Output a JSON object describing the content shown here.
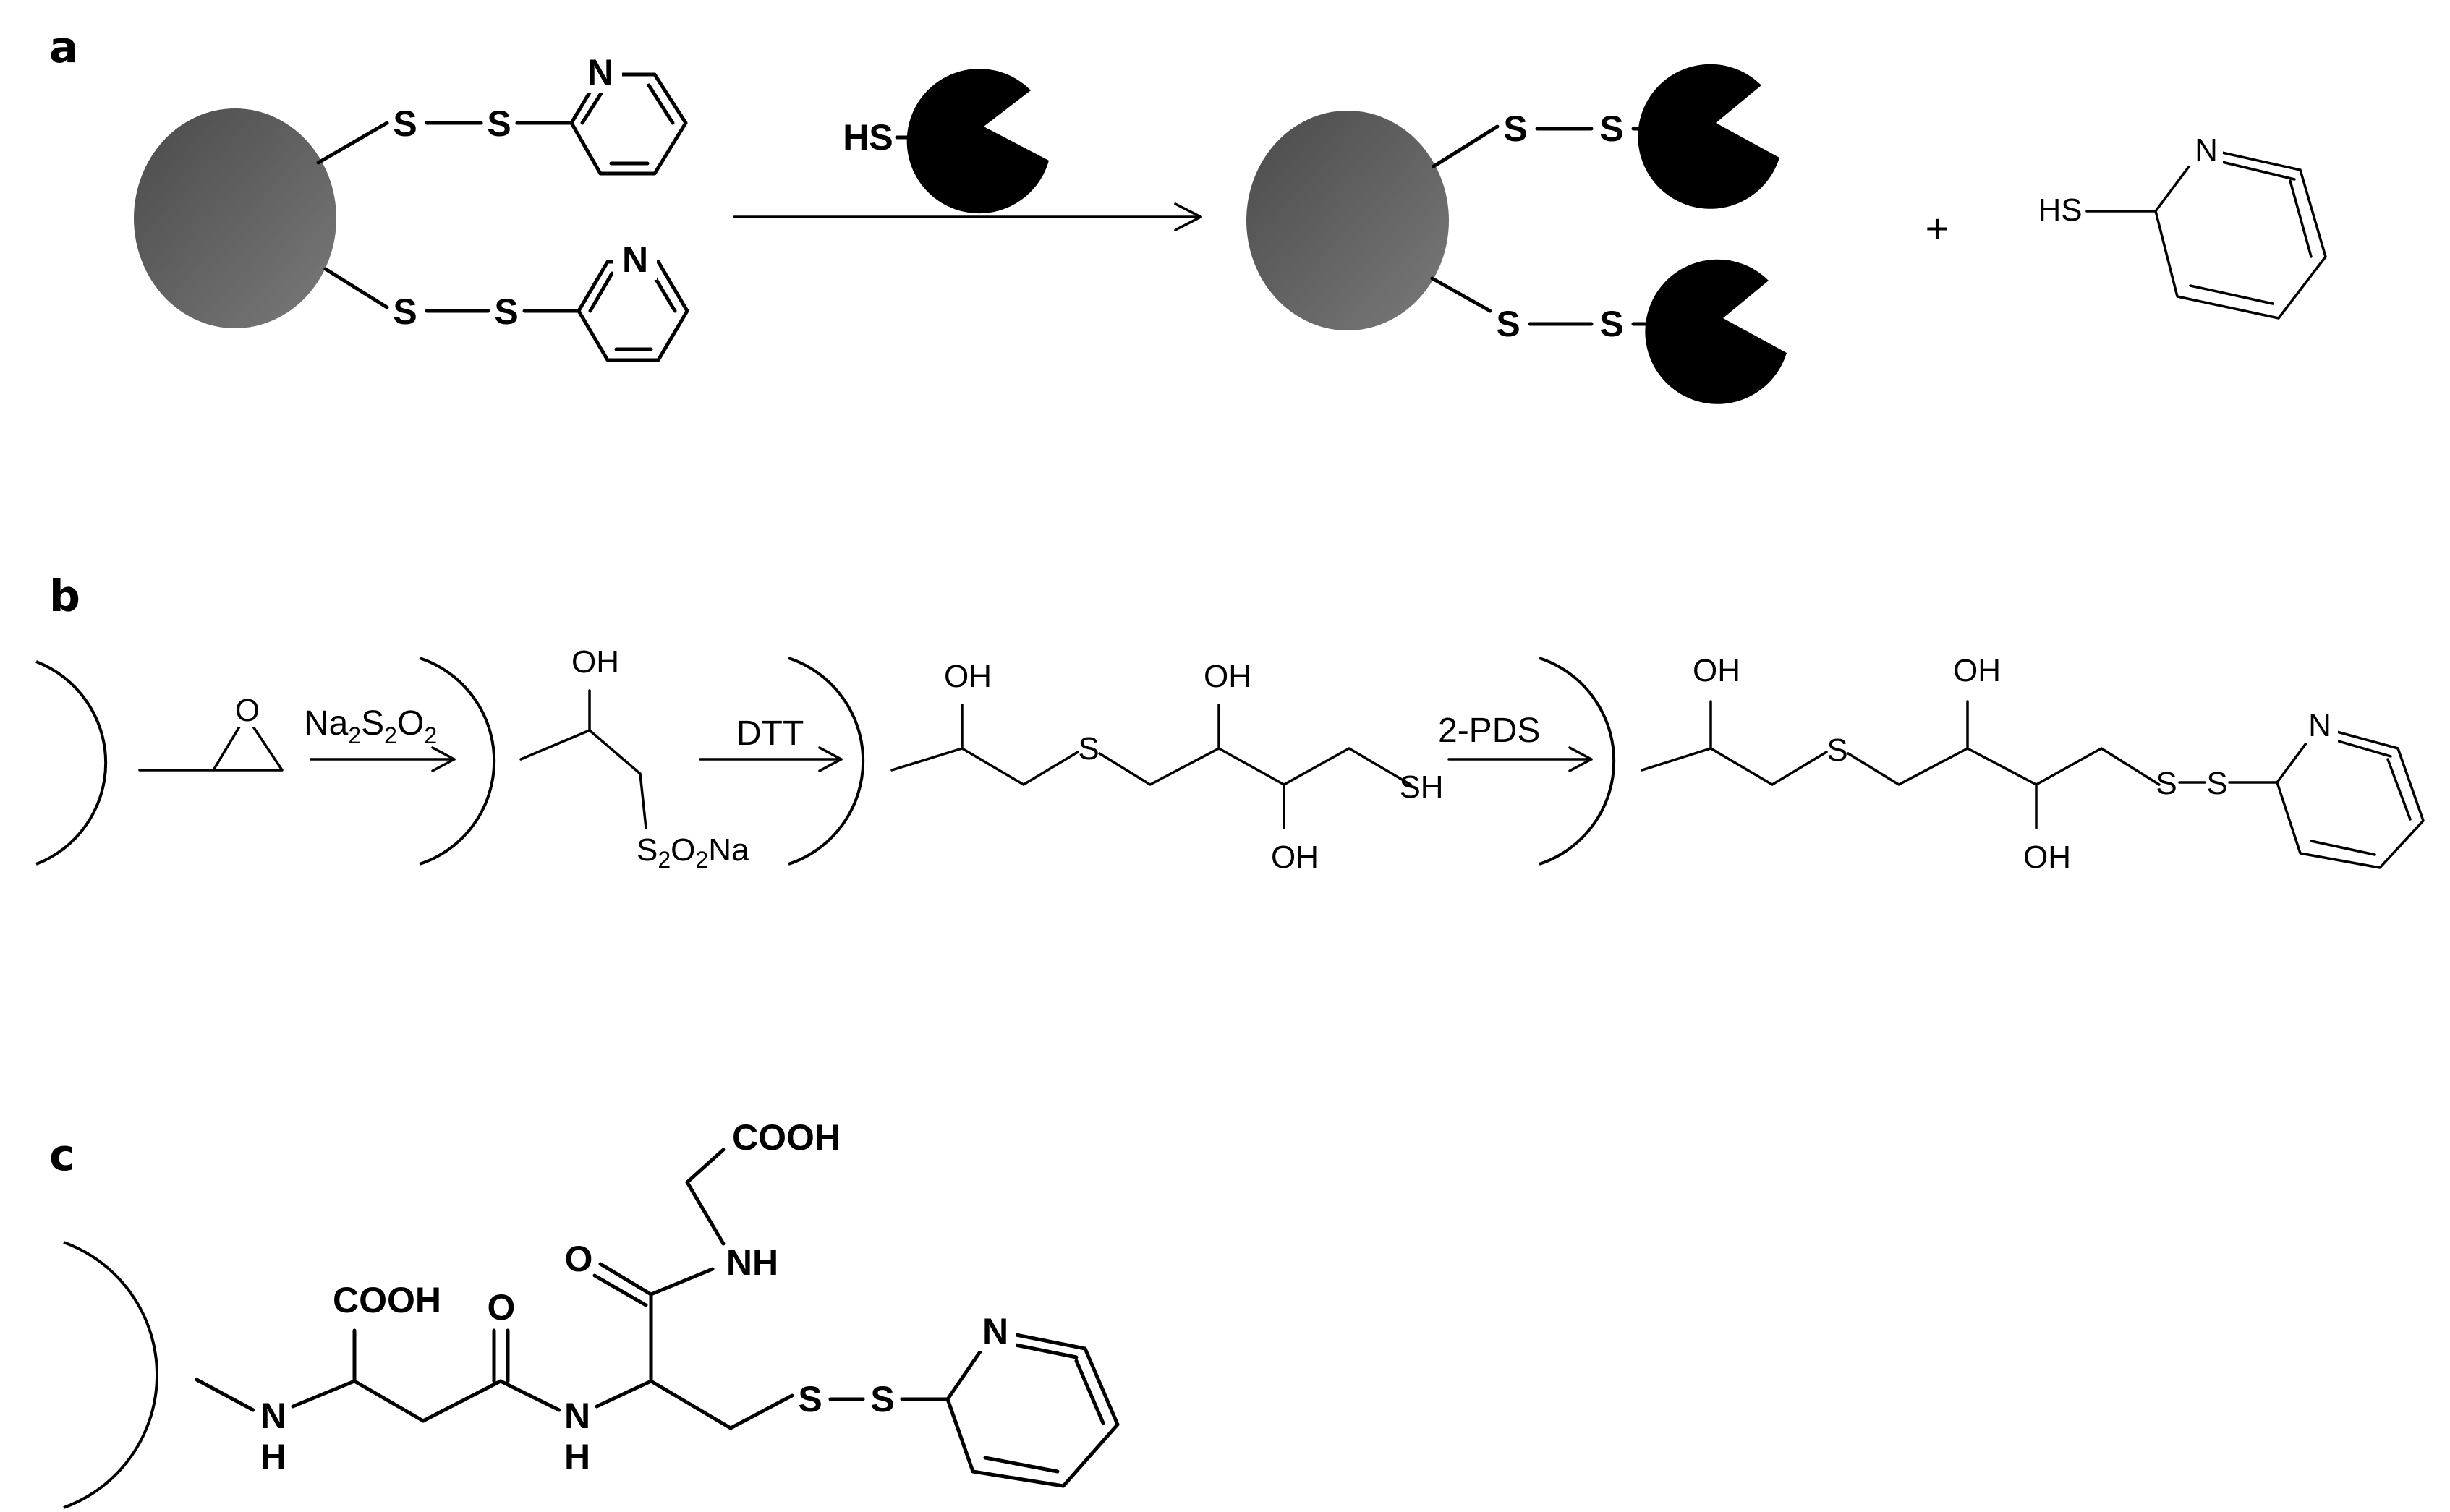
{
  "panels": {
    "a": {
      "label": "a",
      "atoms": {
        "s1": "S",
        "s2": "S",
        "s3": "S",
        "s4": "S",
        "n1": "N",
        "n2": "N",
        "hs_protein": "HS",
        "s5": "S",
        "s6": "S",
        "s7": "S",
        "s8": "S",
        "plus": "+",
        "hs_product": "HS",
        "n3": "N"
      },
      "colors": {
        "bead": "#666666",
        "bead_dark": "#4a4a4a",
        "protein": "#000000"
      }
    },
    "b": {
      "label": "b",
      "atoms": {
        "o_epoxide": "O",
        "oh1": "OH",
        "s2o2na_s": "S",
        "s2o2na_2a": "2",
        "s2o2na_o": "O",
        "s2o2na_2b": "2",
        "s2o2na_na": "Na",
        "oh2": "OH",
        "s_a": "S",
        "oh3": "OH",
        "oh4": "OH",
        "sh": "SH",
        "oh5": "OH",
        "s_b": "S",
        "oh6": "OH",
        "oh7": "OH",
        "s_c": "S",
        "s_d": "S",
        "n4": "N"
      },
      "reagents": {
        "r1_na": "Na",
        "r1_2a": "2",
        "r1_s": "S",
        "r1_2b": "2",
        "r1_o": "O",
        "r1_2c": "2",
        "r2": "DTT",
        "r3": "2-PDS"
      }
    },
    "c": {
      "label": "c",
      "atoms": {
        "nh_bottom_n": "N",
        "nh_bottom_h": "H",
        "cooh1": "COOH",
        "o1": "O",
        "nh2_n": "N",
        "nh2_h": "H",
        "o2": "O",
        "nh3": "NH",
        "cooh2": "COOH",
        "s_e": "S",
        "s_f": "S",
        "n5": "N"
      }
    }
  }
}
